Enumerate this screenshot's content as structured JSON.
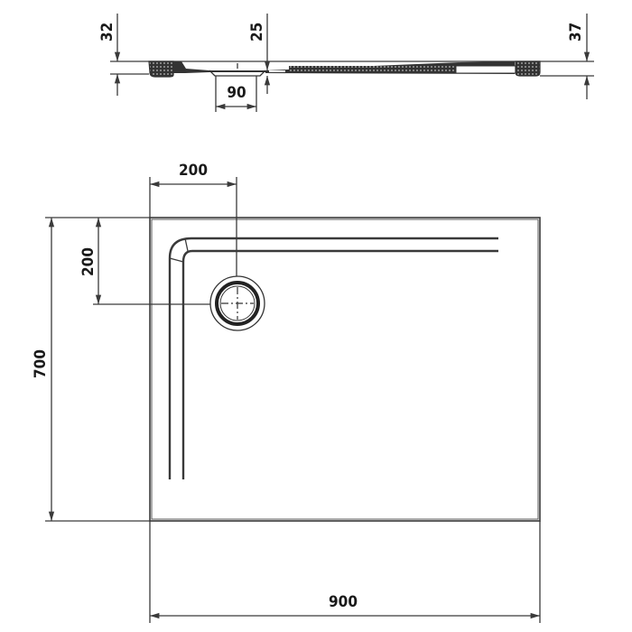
{
  "drawing": {
    "subject": "rectangular shower tray",
    "colors": {
      "line": "#3a3a3a",
      "text": "#1a1a1a",
      "background": "#ffffff"
    }
  },
  "side_view": {
    "dimensions": {
      "left_height": "32",
      "drain_depth": "25",
      "right_height": "37",
      "drain_width": "90"
    }
  },
  "top_view": {
    "dimensions": {
      "drain_offset_x": "200",
      "drain_offset_y": "200",
      "width": "900",
      "depth": "700"
    }
  }
}
